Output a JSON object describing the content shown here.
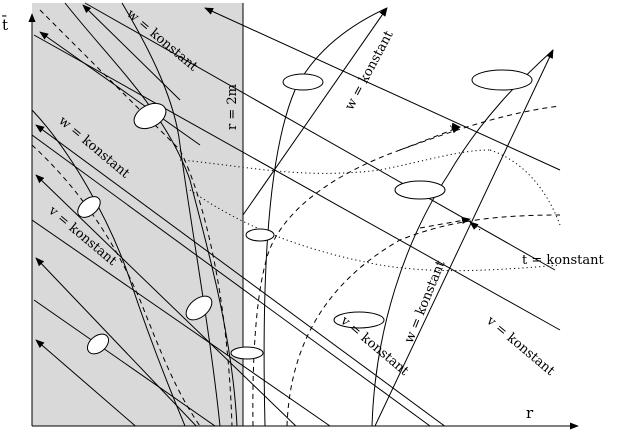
{
  "diagram": {
    "axes": {
      "vertical_label": "t̄",
      "horizontal_label": "r"
    },
    "region": {
      "horizon_label": "r = 2m",
      "interior_fill": "#d9d9d9"
    },
    "labels": {
      "w_top_left": "w = konstant",
      "w_mid_left": "w = konstant",
      "v_left": "v = konstant",
      "w_top_right": "w = konstant",
      "w_bottom_right": "w = konstant",
      "v_bottom": "v = konstant",
      "v_right": "v = konstant",
      "t_const": "t = konstant"
    }
  }
}
